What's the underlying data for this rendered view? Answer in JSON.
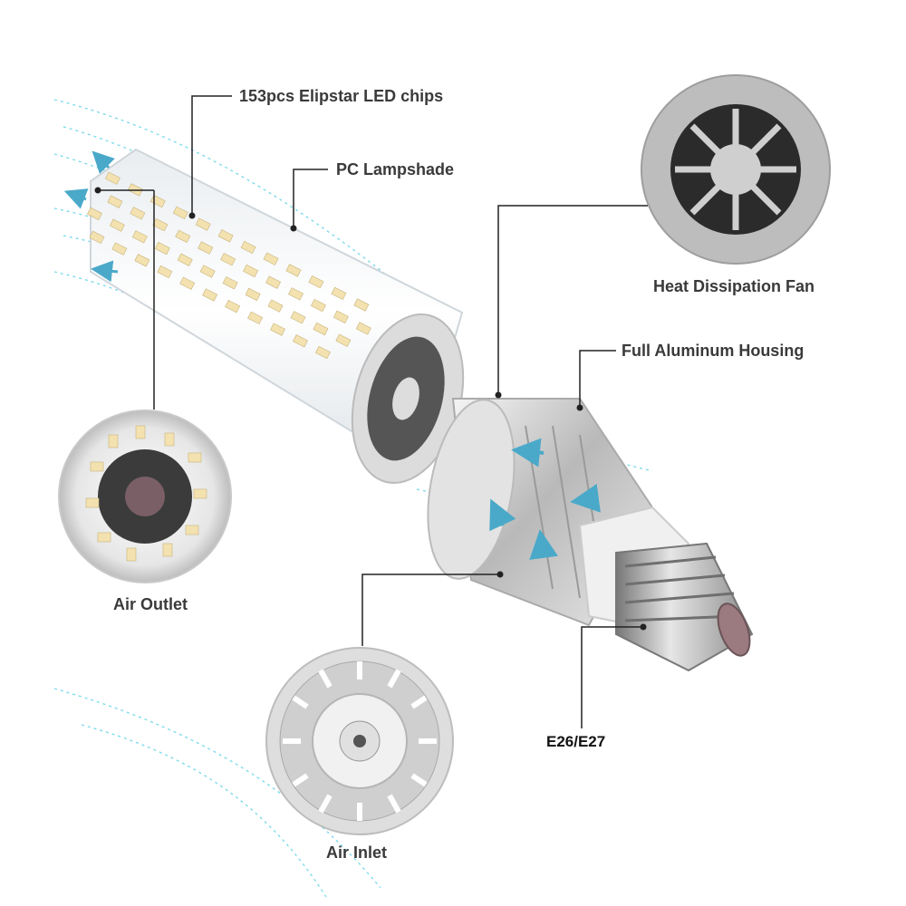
{
  "callouts": {
    "led_chips": "153pcs Elipstar LED chips",
    "lampshade": "PC Lampshade",
    "fan": "Heat Dissipation Fan",
    "housing": "Full Aluminum Housing",
    "air_outlet": "Air Outlet",
    "air_inlet": "Air Inlet",
    "base": "E26/E27"
  },
  "colors": {
    "airflow": "#5fd3e6",
    "arrow": "#4aa9c9",
    "aluminum": "#c4c4c4",
    "led": "#f3e2b0",
    "leader": "#222222"
  }
}
